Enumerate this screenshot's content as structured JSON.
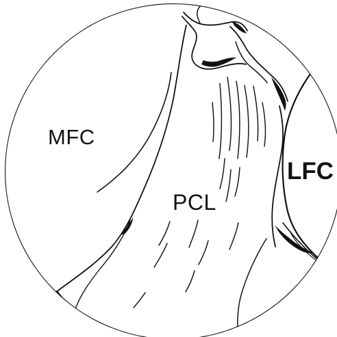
{
  "diagram": {
    "labels": {
      "mfc": "MFC",
      "pcl": "PCL",
      "lfc": "LFC"
    }
  }
}
